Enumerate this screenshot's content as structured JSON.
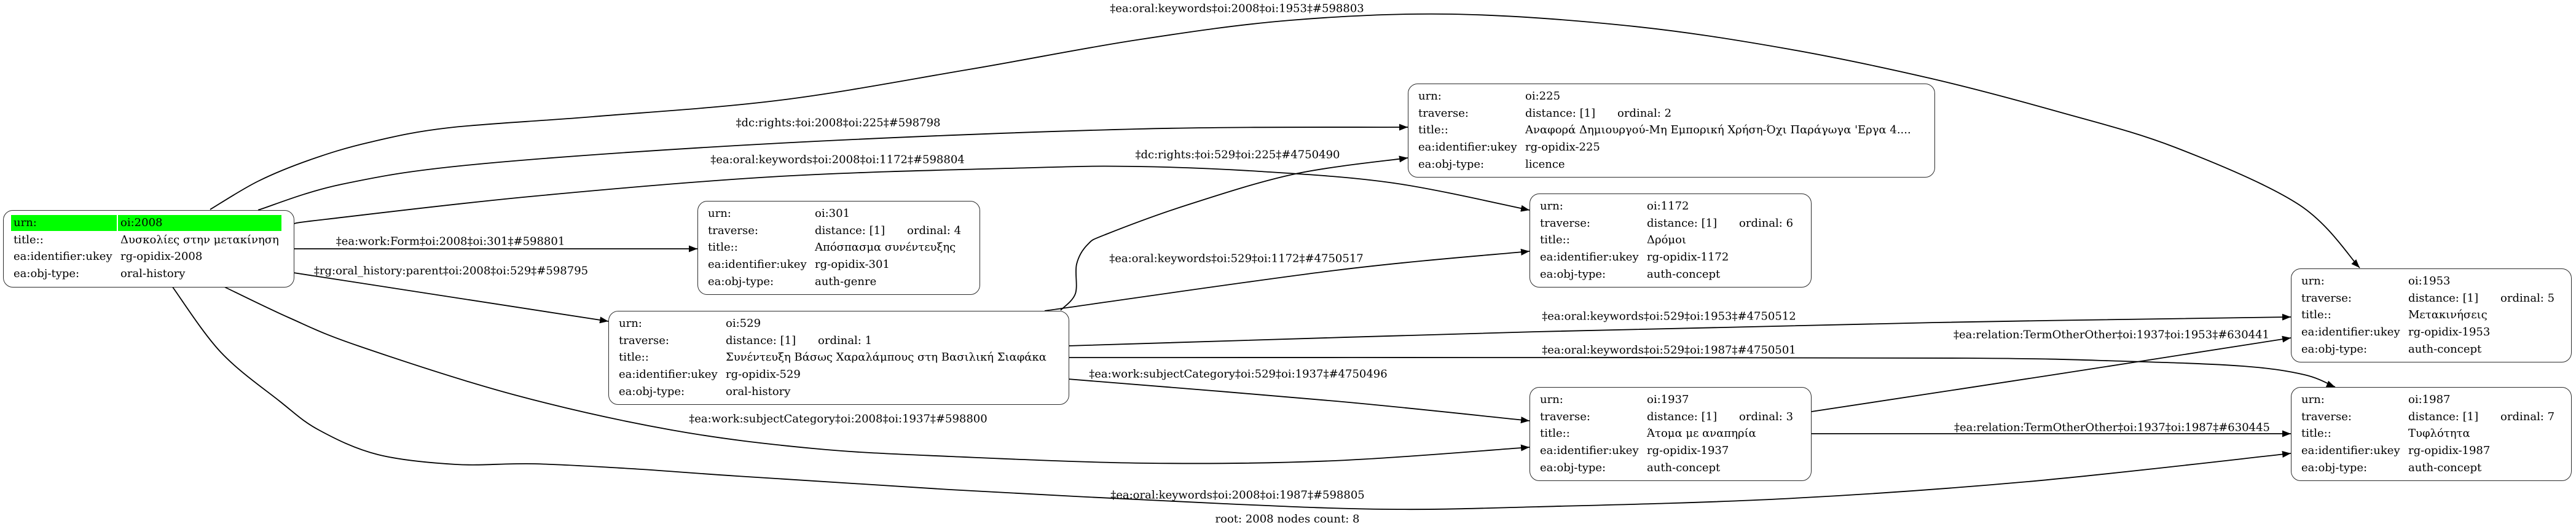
{
  "graph": {
    "footer": "root: 2008 nodes count: 8",
    "highlight_color": "#00ff00",
    "nodes": {
      "oi2008": {
        "highlighted": true,
        "rows": [
          {
            "k": "urn:",
            "v": "oi:2008"
          },
          {
            "k": "title::",
            "v": "Δυσκολίες στην μετακίνηση"
          },
          {
            "k": "ea:identifier:ukey",
            "v": "rg-opidix-2008"
          },
          {
            "k": "ea:obj-type:",
            "v": "oral-history"
          }
        ]
      },
      "oi301": {
        "rows": [
          {
            "k": "urn:",
            "v": "oi:301"
          },
          {
            "k": "traverse:",
            "v": "distance: [1]",
            "v2": "ordinal: 4"
          },
          {
            "k": "title::",
            "v": "Απόσπασμα συνέντευξης"
          },
          {
            "k": "ea:identifier:ukey",
            "v": "rg-opidix-301"
          },
          {
            "k": "ea:obj-type:",
            "v": "auth-genre"
          }
        ]
      },
      "oi529": {
        "rows": [
          {
            "k": "urn:",
            "v": "oi:529"
          },
          {
            "k": "traverse:",
            "v": "distance: [1]",
            "v2": "ordinal: 1"
          },
          {
            "k": "title::",
            "v": "Συνέντευξη Βάσως Χαραλάμπους στη Βασιλική Σιαφάκα"
          },
          {
            "k": "ea:identifier:ukey",
            "v": "rg-opidix-529"
          },
          {
            "k": "ea:obj-type:",
            "v": "oral-history"
          }
        ]
      },
      "oi225": {
        "rows": [
          {
            "k": "urn:",
            "v": "oi:225"
          },
          {
            "k": "traverse:",
            "v": "distance: [1]",
            "v2": "ordinal: 2"
          },
          {
            "k": "title::",
            "v": "Αναφορά Δημιουργού-Μη Εμπορική Χρήση-Όχι Παράγωγα 'Εργα 4...."
          },
          {
            "k": "ea:identifier:ukey",
            "v": "rg-opidix-225"
          },
          {
            "k": "ea:obj-type:",
            "v": "licence"
          }
        ]
      },
      "oi1172": {
        "rows": [
          {
            "k": "urn:",
            "v": "oi:1172"
          },
          {
            "k": "traverse:",
            "v": "distance: [1]",
            "v2": "ordinal: 6"
          },
          {
            "k": "title::",
            "v": "Δρόμοι"
          },
          {
            "k": "ea:identifier:ukey",
            "v": "rg-opidix-1172"
          },
          {
            "k": "ea:obj-type:",
            "v": "auth-concept"
          }
        ]
      },
      "oi1937": {
        "rows": [
          {
            "k": "urn:",
            "v": "oi:1937"
          },
          {
            "k": "traverse:",
            "v": "distance: [1]",
            "v2": "ordinal: 3"
          },
          {
            "k": "title::",
            "v": "Άτομα με αναπηρία"
          },
          {
            "k": "ea:identifier:ukey",
            "v": "rg-opidix-1937"
          },
          {
            "k": "ea:obj-type:",
            "v": "auth-concept"
          }
        ]
      },
      "oi1953": {
        "rows": [
          {
            "k": "urn:",
            "v": "oi:1953"
          },
          {
            "k": "traverse:",
            "v": "distance: [1]",
            "v2": "ordinal: 5"
          },
          {
            "k": "title::",
            "v": "Μετακινήσεις"
          },
          {
            "k": "ea:identifier:ukey",
            "v": "rg-opidix-1953"
          },
          {
            "k": "ea:obj-type:",
            "v": "auth-concept"
          }
        ]
      },
      "oi1987": {
        "rows": [
          {
            "k": "urn:",
            "v": "oi:1987"
          },
          {
            "k": "traverse:",
            "v": "distance: [1]",
            "v2": "ordinal: 7"
          },
          {
            "k": "title::",
            "v": "Τυφλότητα"
          },
          {
            "k": "ea:identifier:ukey",
            "v": "rg-opidix-1987"
          },
          {
            "k": "ea:obj-type:",
            "v": "auth-concept"
          }
        ]
      }
    },
    "edges": [
      {
        "from": "oi:2008",
        "to": "oi:1953",
        "label": "‡ea:oral:keywords‡oi:2008‡oi:1953‡#598803"
      },
      {
        "from": "oi:2008",
        "to": "oi:225",
        "label": "‡dc:rights:‡oi:2008‡oi:225‡#598798"
      },
      {
        "from": "oi:2008",
        "to": "oi:1172",
        "label": "‡ea:oral:keywords‡oi:2008‡oi:1172‡#598804"
      },
      {
        "from": "oi:2008",
        "to": "oi:301",
        "label": "‡ea:work:Form‡oi:2008‡oi:301‡#598801"
      },
      {
        "from": "oi:2008",
        "to": "oi:529",
        "label": "‡rg:oral_history:parent‡oi:2008‡oi:529‡#598795"
      },
      {
        "from": "oi:2008",
        "to": "oi:1937",
        "label": "‡ea:work:subjectCategory‡oi:2008‡oi:1937‡#598800"
      },
      {
        "from": "oi:2008",
        "to": "oi:1987",
        "label": "‡ea:oral:keywords‡oi:2008‡oi:1987‡#598805"
      },
      {
        "from": "oi:529",
        "to": "oi:225",
        "label": "‡dc:rights:‡oi:529‡oi:225‡#4750490"
      },
      {
        "from": "oi:529",
        "to": "oi:1172",
        "label": "‡ea:oral:keywords‡oi:529‡oi:1172‡#4750517"
      },
      {
        "from": "oi:529",
        "to": "oi:1953",
        "label": "‡ea:oral:keywords‡oi:529‡oi:1953‡#4750512"
      },
      {
        "from": "oi:529",
        "to": "oi:1987",
        "label": "‡ea:oral:keywords‡oi:529‡oi:1987‡#4750501"
      },
      {
        "from": "oi:529",
        "to": "oi:1937",
        "label": "‡ea:work:subjectCategory‡oi:529‡oi:1937‡#4750496"
      },
      {
        "from": "oi:1937",
        "to": "oi:1953",
        "label": "‡ea:relation:TermOtherOther‡oi:1937‡oi:1953‡#630441"
      },
      {
        "from": "oi:1937",
        "to": "oi:1987",
        "label": "‡ea:relation:TermOtherOther‡oi:1937‡oi:1987‡#630445"
      }
    ]
  }
}
